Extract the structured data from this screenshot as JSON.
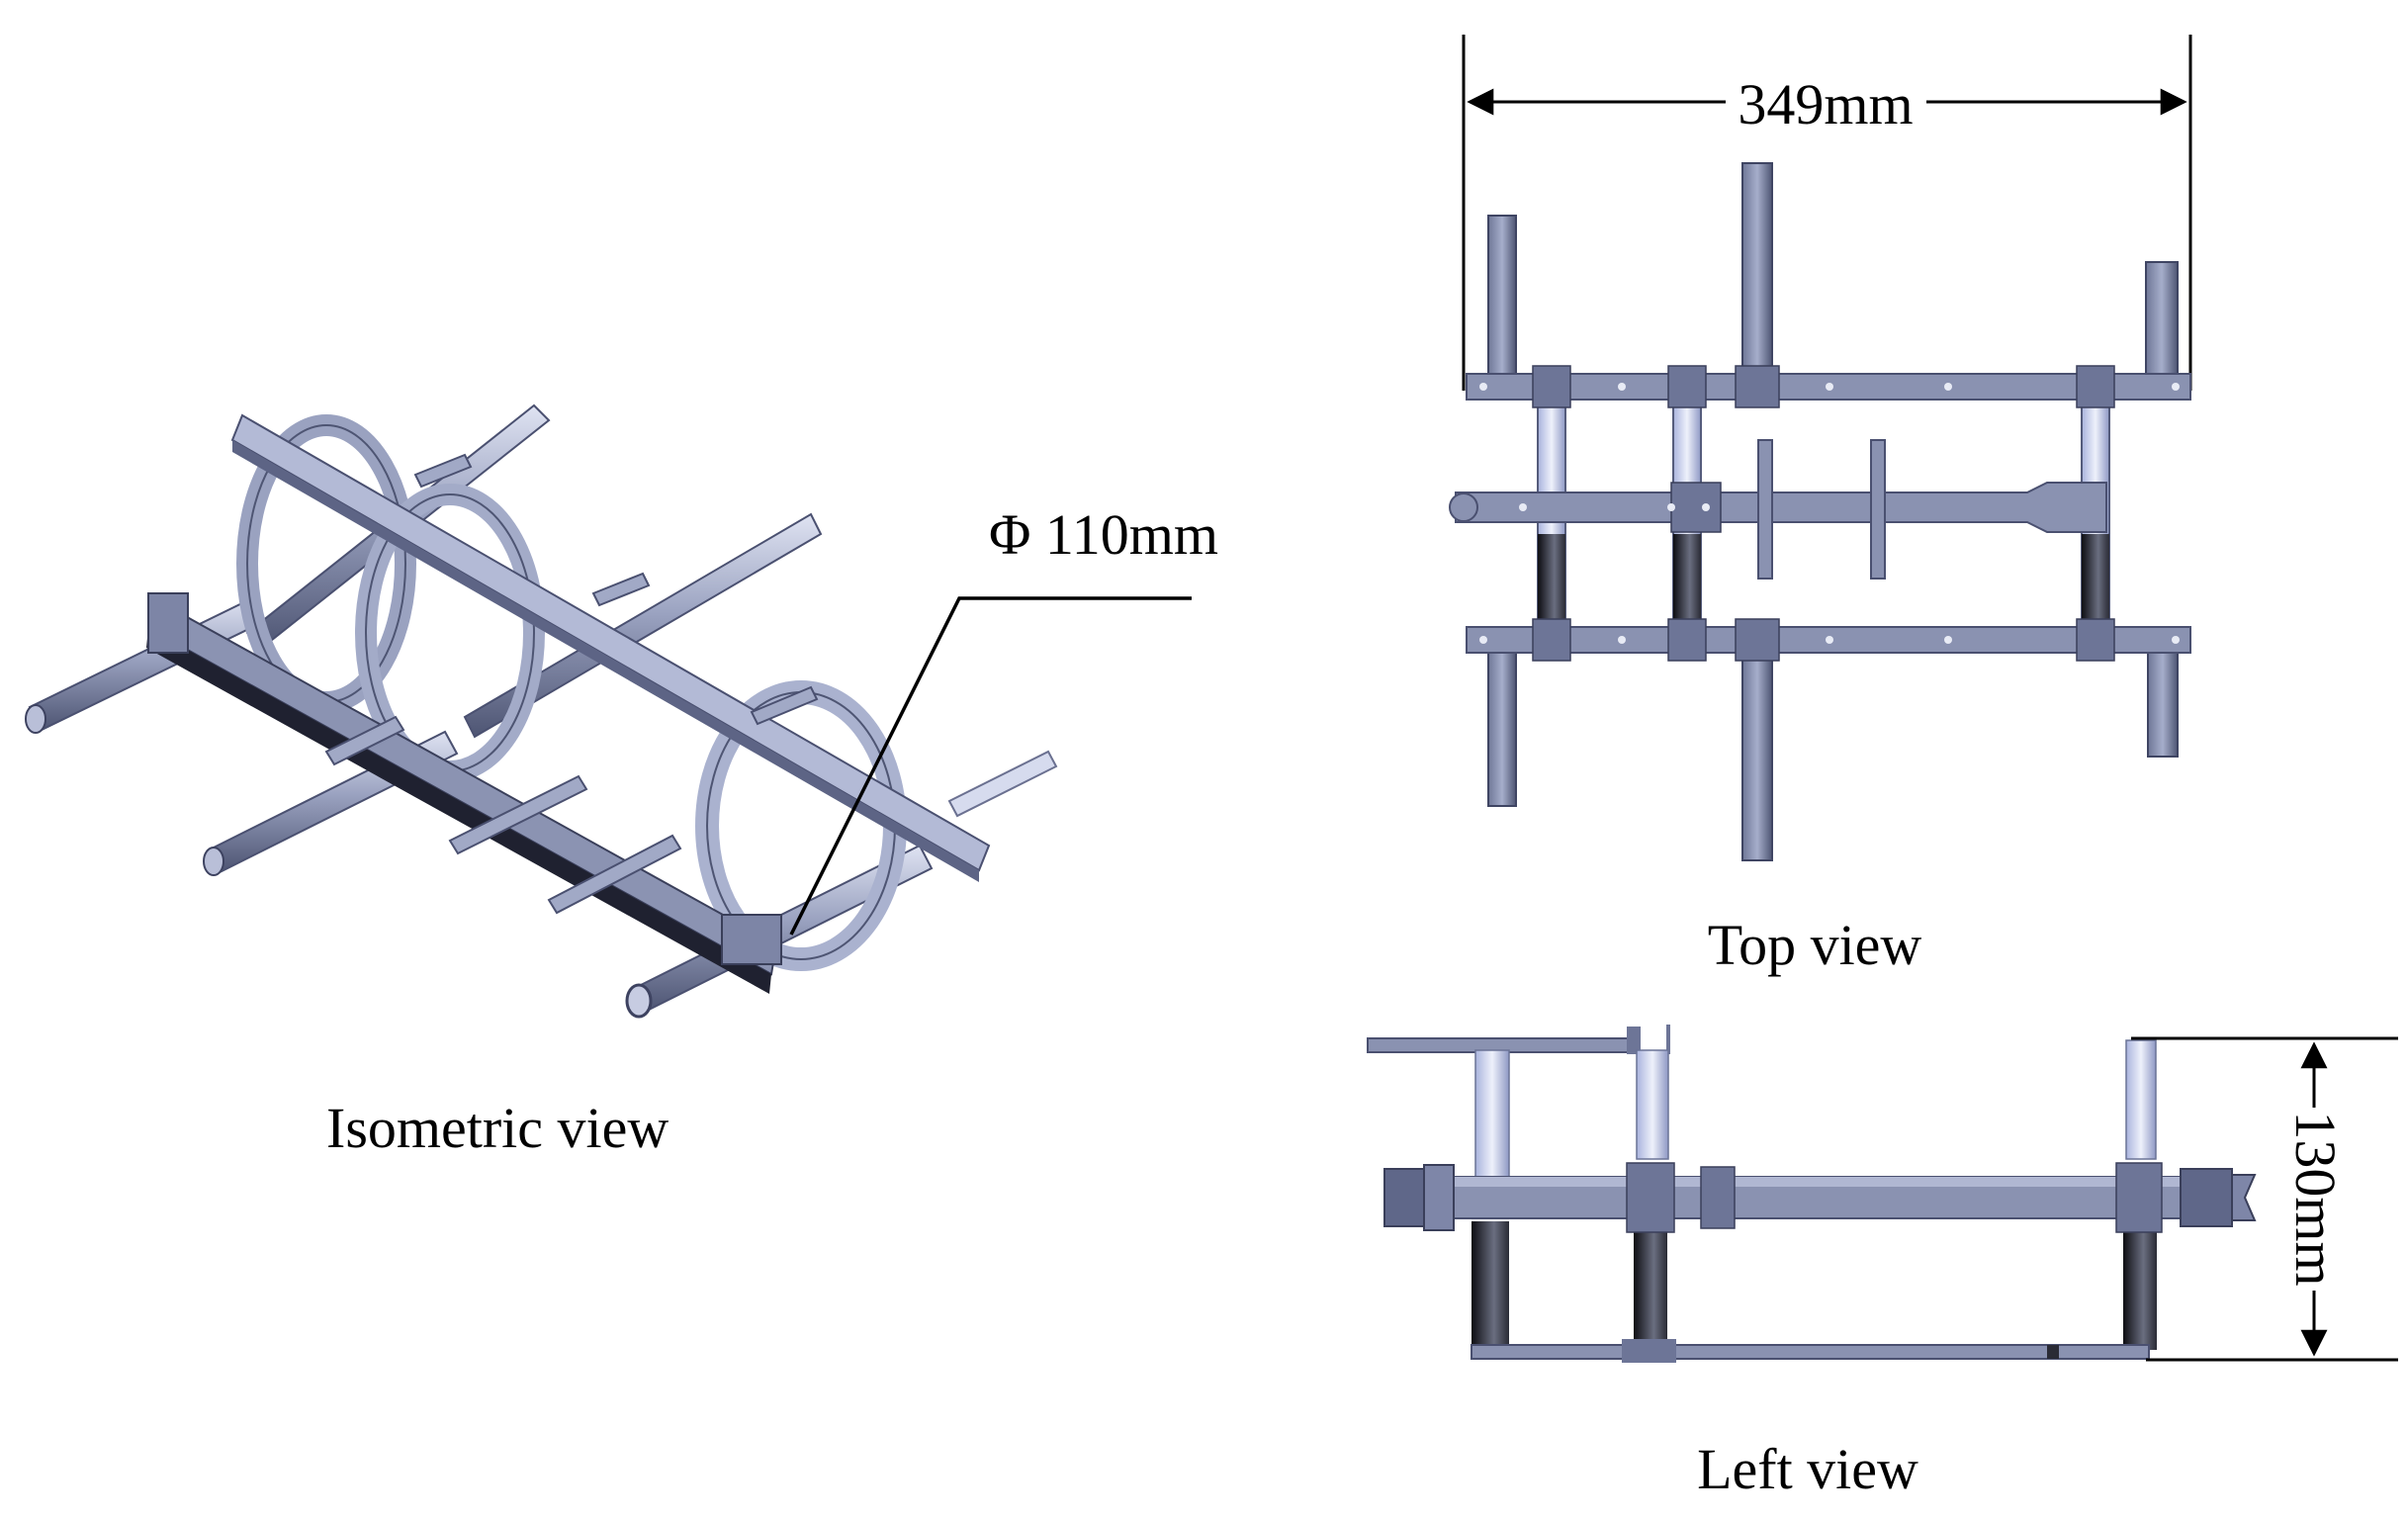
{
  "views": {
    "isometric": {
      "caption": "Isometric view"
    },
    "top": {
      "caption": "Top view"
    },
    "left": {
      "caption": "Left view"
    }
  },
  "dimensions": {
    "diameter": "Φ 110mm",
    "width": "349mm",
    "height": "130mm"
  },
  "colors": {
    "part_fill": "#8f97b4",
    "part_dark": "#5a6180",
    "part_light": "#c9cfe6",
    "band_dark": "#1c1c24",
    "line": "#000000"
  }
}
